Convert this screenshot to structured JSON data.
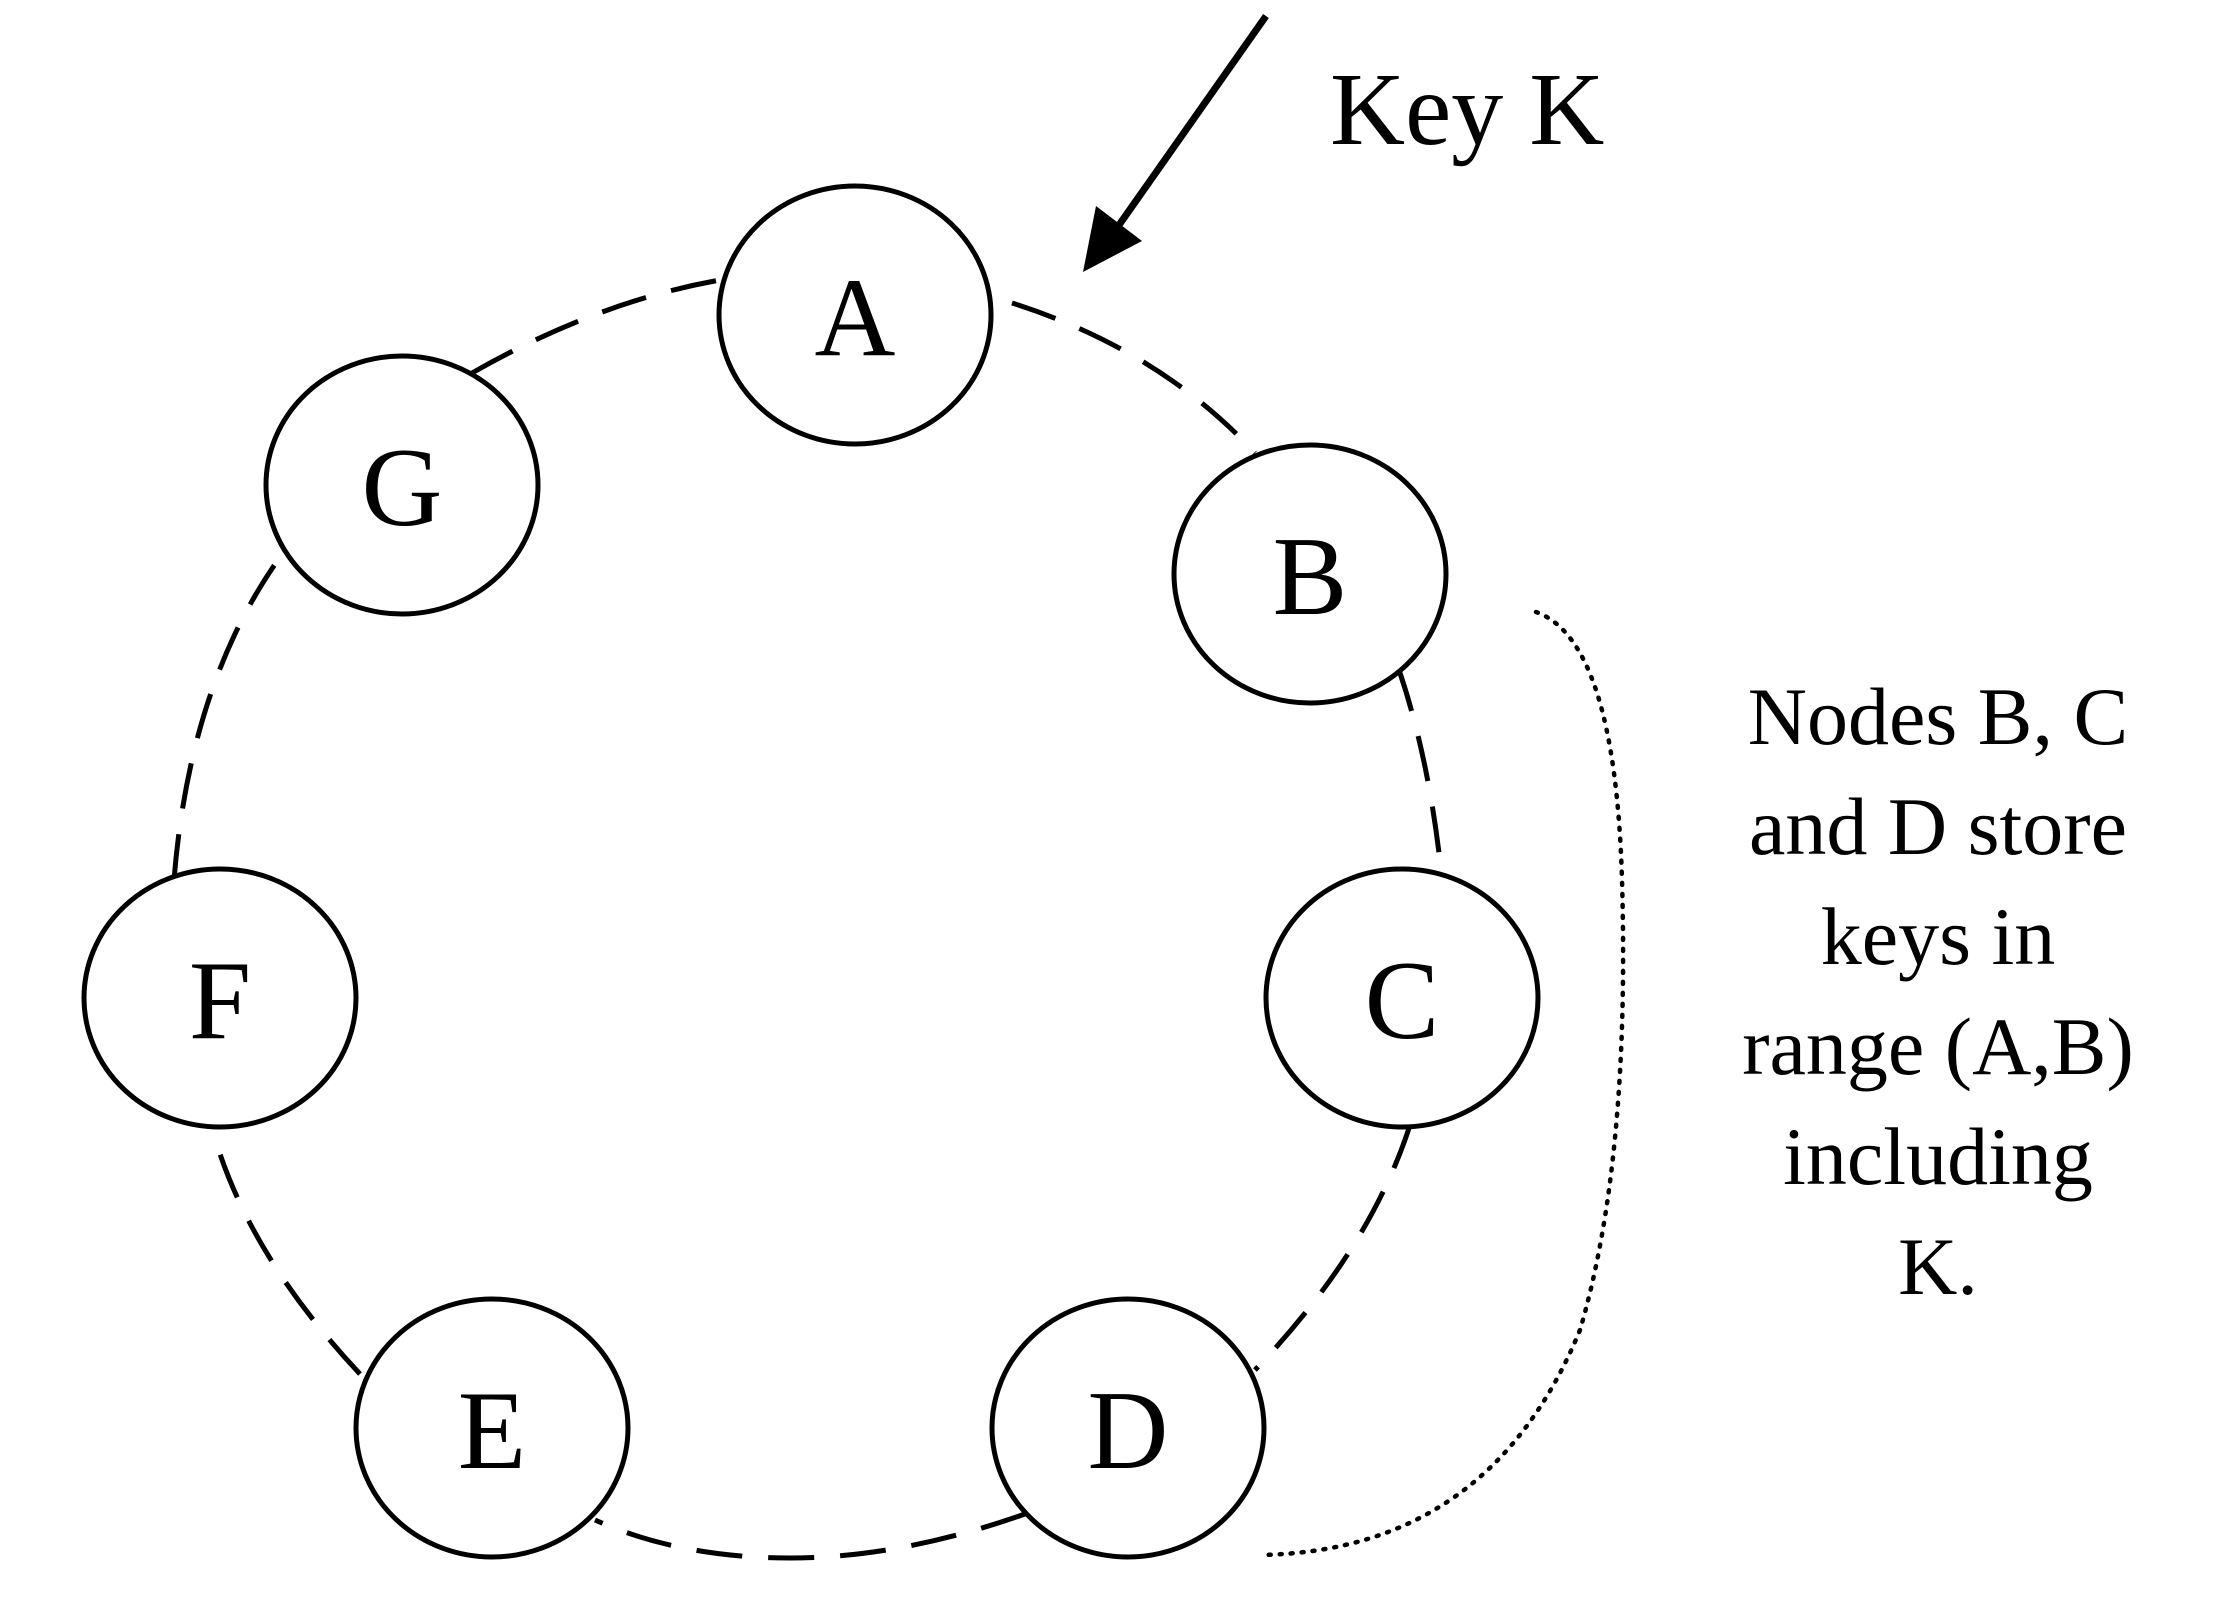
{
  "key_label": "Key K",
  "nodes": [
    {
      "id": "A",
      "label": "A"
    },
    {
      "id": "B",
      "label": "B"
    },
    {
      "id": "C",
      "label": "C"
    },
    {
      "id": "D",
      "label": "D"
    },
    {
      "id": "E",
      "label": "E"
    },
    {
      "id": "F",
      "label": "F"
    },
    {
      "id": "G",
      "label": "G"
    }
  ],
  "annotation_lines": [
    "Nodes B, C",
    "and D store",
    "keys in",
    "range (A,B)",
    "including",
    "K."
  ]
}
